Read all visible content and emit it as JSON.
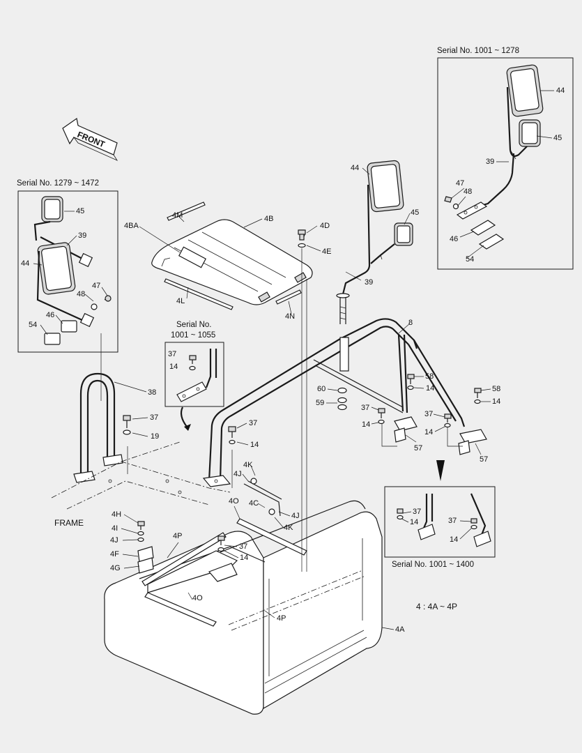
{
  "front_arrow": {
    "label": "FRONT"
  },
  "frame_label": "FRAME",
  "assembly_note": "4 : 4A ~ 4P",
  "insets": {
    "left_serial": "Serial No. 1279 ~ 1472",
    "top_right_serial": "Serial No. 1001 ~ 1278",
    "mid_serial_line1": "Serial No.",
    "mid_serial_line2": "1001 ~ 1055",
    "bottom_right_serial": "Serial No. 1001 ~ 1400"
  },
  "callouts": {
    "tr_44": "44",
    "tr_45": "45",
    "tr_39": "39",
    "tr_47": "47",
    "tr_48": "48",
    "tr_46": "46",
    "tr_54": "54",
    "l_45": "45",
    "l_39": "39",
    "l_44": "44",
    "l_48": "48",
    "l_47": "47",
    "l_46": "46",
    "l_54": "54",
    "m_44": "44",
    "m_45": "45",
    "m_39": "39",
    "c_4M": "4M",
    "c_4B": "4B",
    "c_4BA": "4BA",
    "c_4D": "4D",
    "c_4E": "4E",
    "c_4L": "4L",
    "c_4N": "4N",
    "c_8": "8",
    "c_38": "38",
    "c_37a": "37",
    "c_19": "19",
    "mi_37": "37",
    "mi_14": "14",
    "c_37b": "37",
    "c_14b": "14",
    "c_58a": "58",
    "c_14c": "14",
    "c_60": "60",
    "c_59": "59",
    "c_37c": "37",
    "c_14d": "14",
    "c_57a": "57",
    "c_58b": "58",
    "c_14e": "14",
    "c_37d": "37",
    "c_14f": "14",
    "c_57b": "57",
    "c_4K": "4K",
    "c_4Ja": "4J",
    "c_4C": "4C",
    "c_4Jb": "4J",
    "c_4Kb": "4K",
    "c_4H": "4H",
    "c_4I": "4I",
    "c_4Jc": "4J",
    "c_4F": "4F",
    "c_4G": "4G",
    "c_4P": "4P",
    "c_4O": "4O",
    "c_37e": "37",
    "c_14g": "14",
    "c_4Ob": "4O",
    "c_4Pb": "4P",
    "c_4A": "4A",
    "br_37a": "37",
    "br_14a": "14",
    "br_37b": "37",
    "br_14b": "14"
  }
}
